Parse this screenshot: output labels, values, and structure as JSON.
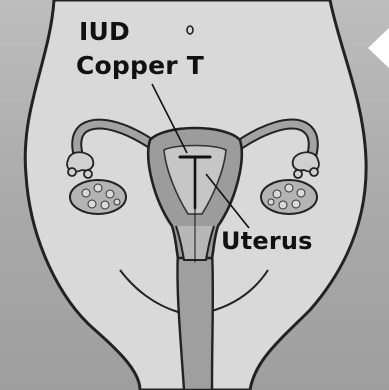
{
  "labels": {
    "iud": "IUD",
    "iud_type": "Copper T",
    "uterus": "Uterus"
  },
  "colors": {
    "background": "#adadad",
    "body": "#d8d8d8",
    "organ_fill": "#9a9a9a",
    "organ_inner": "#c4c4c4",
    "outline": "#222222",
    "text": "#111111"
  }
}
